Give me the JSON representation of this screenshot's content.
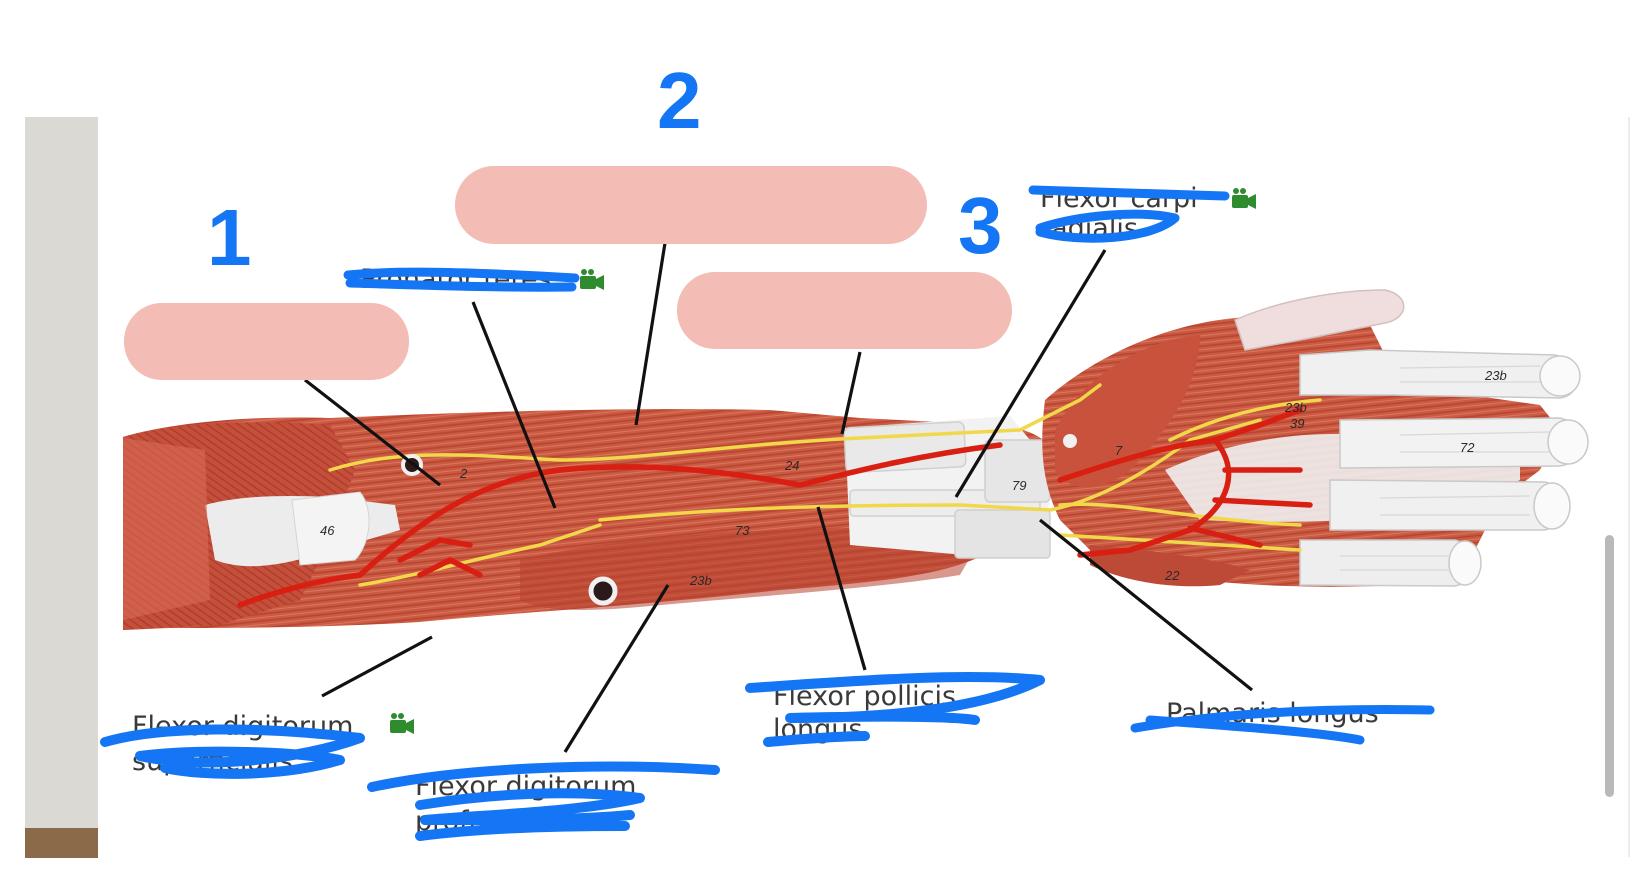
{
  "annotations": {
    "number_1": "1",
    "number_2": "2",
    "number_3": "3"
  },
  "labels": {
    "flexor_digitorum_superficialis_line1": "Flexor digitorum",
    "flexor_digitorum_superficialis_line2": "superficialis",
    "flexor_digitorum_profundus_line1": "Flexor digitorum",
    "flexor_digitorum_profundus_line2": "profundus",
    "flexor_pollicis_longus_line1": "Flexor pollicis",
    "flexor_pollicis_longus_line2": "longus",
    "palmaris_longus": "Palmaris longus",
    "flexor_carpi_radialis_line1": "Flexor carpi",
    "flexor_carpi_radialis_line2": "radialis",
    "upper_left_label": "Pronator teres"
  },
  "model_tags": {
    "t1": "2",
    "t2": "24",
    "t3": "73",
    "t4": "23b",
    "t5": "79",
    "t6": "7",
    "t7": "22",
    "t8": "23b",
    "t9": "72",
    "t10": "23b",
    "t11": "39",
    "t12": "46"
  },
  "colors": {
    "ink": "#1476f5",
    "answer_box": "#f3bcb4",
    "muscle": "#c8553f",
    "artery": "#d81f12",
    "nerve": "#f1d84a",
    "tendon": "#eeeeee",
    "leader_line": "#111111"
  }
}
